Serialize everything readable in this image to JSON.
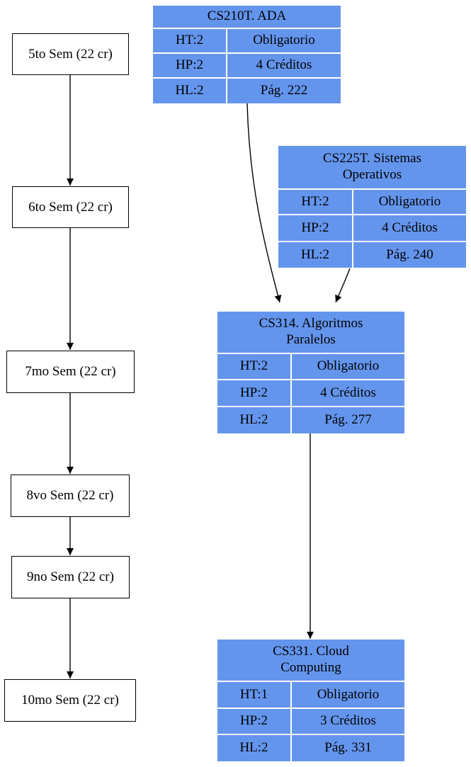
{
  "semesters": [
    {
      "label": "5to Sem (22 cr)"
    },
    {
      "label": "6to Sem (22 cr)"
    },
    {
      "label": "7mo Sem (22 cr)"
    },
    {
      "label": "8vo Sem (22 cr)"
    },
    {
      "label": "9no Sem (22 cr)"
    },
    {
      "label": "10mo Sem (22 cr)"
    }
  ],
  "courses": {
    "cs210t": {
      "title": "CS210T. ADA",
      "ht": "HT:2",
      "type": "Obligatorio",
      "hp": "HP:2",
      "credits": "4 Créditos",
      "hl": "HL:2",
      "page": "Pág. 222"
    },
    "cs225t": {
      "title": "CS225T. Sistemas Operativos",
      "ht": "HT:2",
      "type": "Obligatorio",
      "hp": "HP:2",
      "credits": "4 Créditos",
      "hl": "HL:2",
      "page": "Pág. 240"
    },
    "cs314": {
      "title": "CS314. Algoritmos Paralelos",
      "ht": "HT:2",
      "type": "Obligatorio",
      "hp": "HP:2",
      "credits": "4 Créditos",
      "hl": "HL:2",
      "page": "Pág. 277"
    },
    "cs331": {
      "title": "CS331. Cloud Computing",
      "ht": "HT:1",
      "type": "Obligatorio",
      "hp": "HP:2",
      "credits": "3 Créditos",
      "hl": "HL:2",
      "page": "Pág. 331"
    }
  },
  "colors": {
    "course_fill": "#6495ed",
    "edge": "#000000"
  }
}
